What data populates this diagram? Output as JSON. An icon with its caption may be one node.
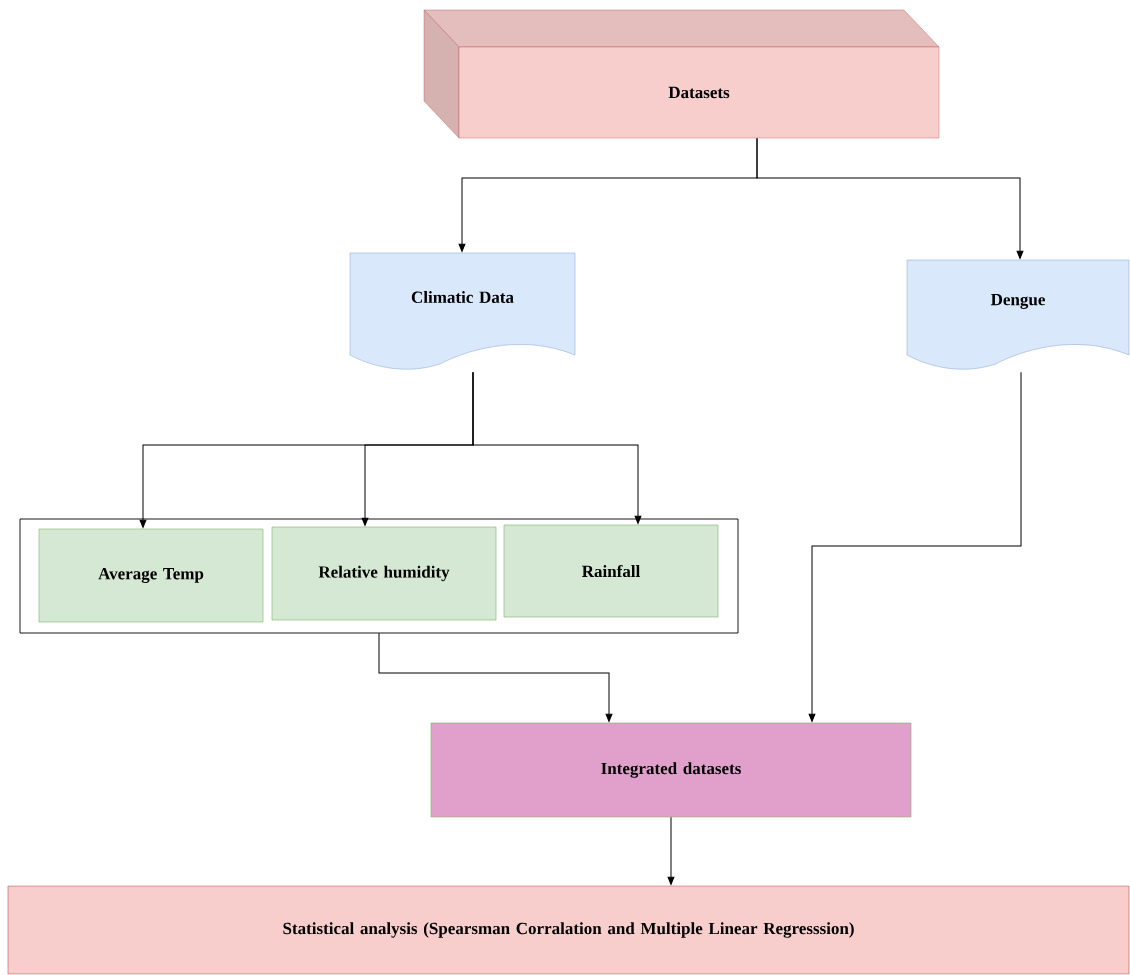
{
  "diagram": {
    "nodes": [
      {
        "text": [
          "Datasets"
        ]
      },
      {
        "text": [
          "Climatic Data"
        ]
      },
      {
        "text": [
          "Dengue"
        ]
      },
      {
        "text": [],
        "shape": "box"
      },
      {
        "text": [
          "Average Temp"
        ],
        "in": 3
      },
      {
        "text": [
          "Relative humidity"
        ],
        "in": 3
      },
      {
        "text": [
          "Rainfall"
        ],
        "in": 3
      },
      {
        "text": [
          "Integrated datasets"
        ]
      },
      {
        "text": [
          "Statistical analysis (Spearsman Corralation and Multiple Linear Regresssion)"
        ]
      }
    ],
    "edges": [
      {
        "from": 0,
        "to": 1,
        "arrow": "to"
      },
      {
        "from": 0,
        "to": 2,
        "arrow": "to"
      },
      {
        "from": 1,
        "to": 4,
        "arrow": "to"
      },
      {
        "from": 1,
        "to": 5,
        "arrow": "to"
      },
      {
        "from": 1,
        "to": 6,
        "arrow": "to"
      },
      {
        "from": 3,
        "to": 7,
        "arrow": "to"
      },
      {
        "from": 2,
        "to": 7,
        "arrow": "to"
      },
      {
        "from": 7,
        "to": 8,
        "arrow": "to"
      }
    ]
  }
}
